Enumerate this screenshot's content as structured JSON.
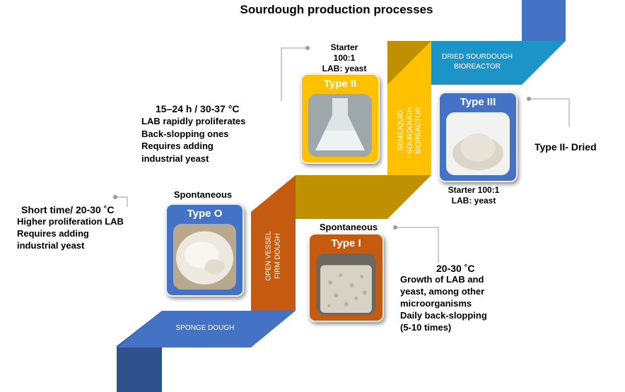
{
  "title": "Sourdough production processes",
  "steps": {
    "sponge_dough": "SPONGE DOUGH",
    "open_vessel": "OPEN VESSEL\nFIRM DOUGH",
    "semiliquid": "SEMILIQUID\nSOURDOUGH\nBIOREACTOR",
    "dried": "DRIED SOURDOUGH\nBIOREACTOR"
  },
  "cards": {
    "type0": {
      "title": "Type O",
      "caption": "Spontaneous"
    },
    "type1": {
      "title": "Type I",
      "caption": "Spontaneous"
    },
    "type2": {
      "title": "Type II",
      "caption": "Starter\n100:1\nLAB: yeast"
    },
    "type3": {
      "title": "Type III",
      "caption": "Starter 100:1\nLAB: yeast"
    }
  },
  "notes": {
    "type0": {
      "heading": "Short time/ 20-30 ˚C",
      "body": "Higher proliferation LAB\nRequires adding\nindustrial yeast"
    },
    "type1": {
      "heading": "20-30 ˚C",
      "body": "Growth of LAB and\nyeast, among other\nmicroorganisms\nDaily back-slopping\n(5-10 times)"
    },
    "type2": {
      "heading": "15–24 h / 30-37 °C",
      "body": "LAB rapidly proliferates\nBack-slopping ones\nRequires adding\nindustrial yeast"
    },
    "type3": {
      "heading": "Type II- Dried"
    }
  },
  "colors": {
    "blue": "#4472c4",
    "blue_dark": "#2f528f",
    "orange": "#c55a11",
    "orange_dark": "#9a4410",
    "gold": "#ffc000",
    "gold_dark": "#bf9000",
    "cyan": "#1d94c8",
    "cyan_dark": "#1878a3"
  }
}
